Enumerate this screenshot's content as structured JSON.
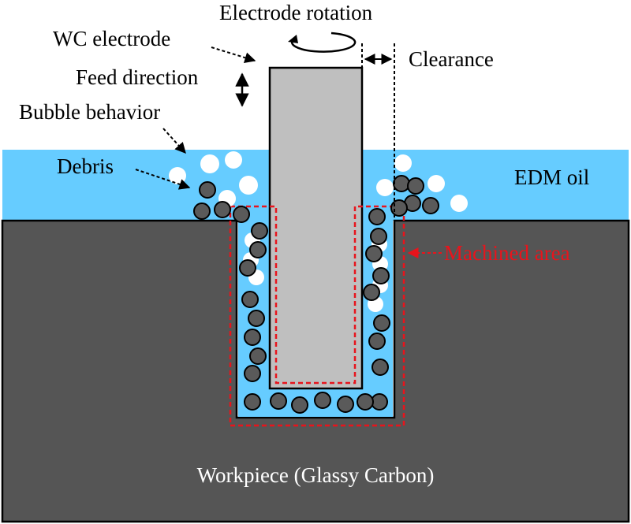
{
  "labels": {
    "electrode_rotation": "Electrode rotation",
    "wc_electrode": "WC electrode",
    "feed_direction": "Feed direction",
    "bubble_behavior": "Bubble behavior",
    "debris": "Debris",
    "clearance": "Clearance",
    "edm_oil": "EDM oil",
    "machined_area": "Machined area",
    "workpiece": "Workpiece (Glassy Carbon)"
  },
  "colors": {
    "oil": "#66ccff",
    "workpiece": "#555555",
    "electrode": "#bfbfbf",
    "debris": "#5a5a5a",
    "bubble": "#ffffff",
    "machined_area": "#e8141c",
    "outline": "#000000"
  }
}
